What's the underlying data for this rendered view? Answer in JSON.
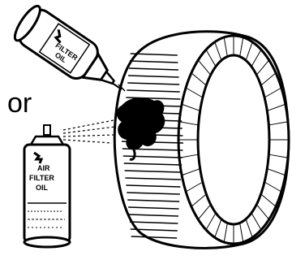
{
  "or_text": "or",
  "squeeze_bottle": {
    "label_line1": "FILTER",
    "label_line2": "OIL"
  },
  "aerosol_can": {
    "label_line1": "AIR",
    "label_line2": "FILTER",
    "label_line3": "OIL"
  },
  "icons": [
    "squeeze-bottle-icon",
    "aerosol-can-icon",
    "air-filter-element-icon"
  ]
}
